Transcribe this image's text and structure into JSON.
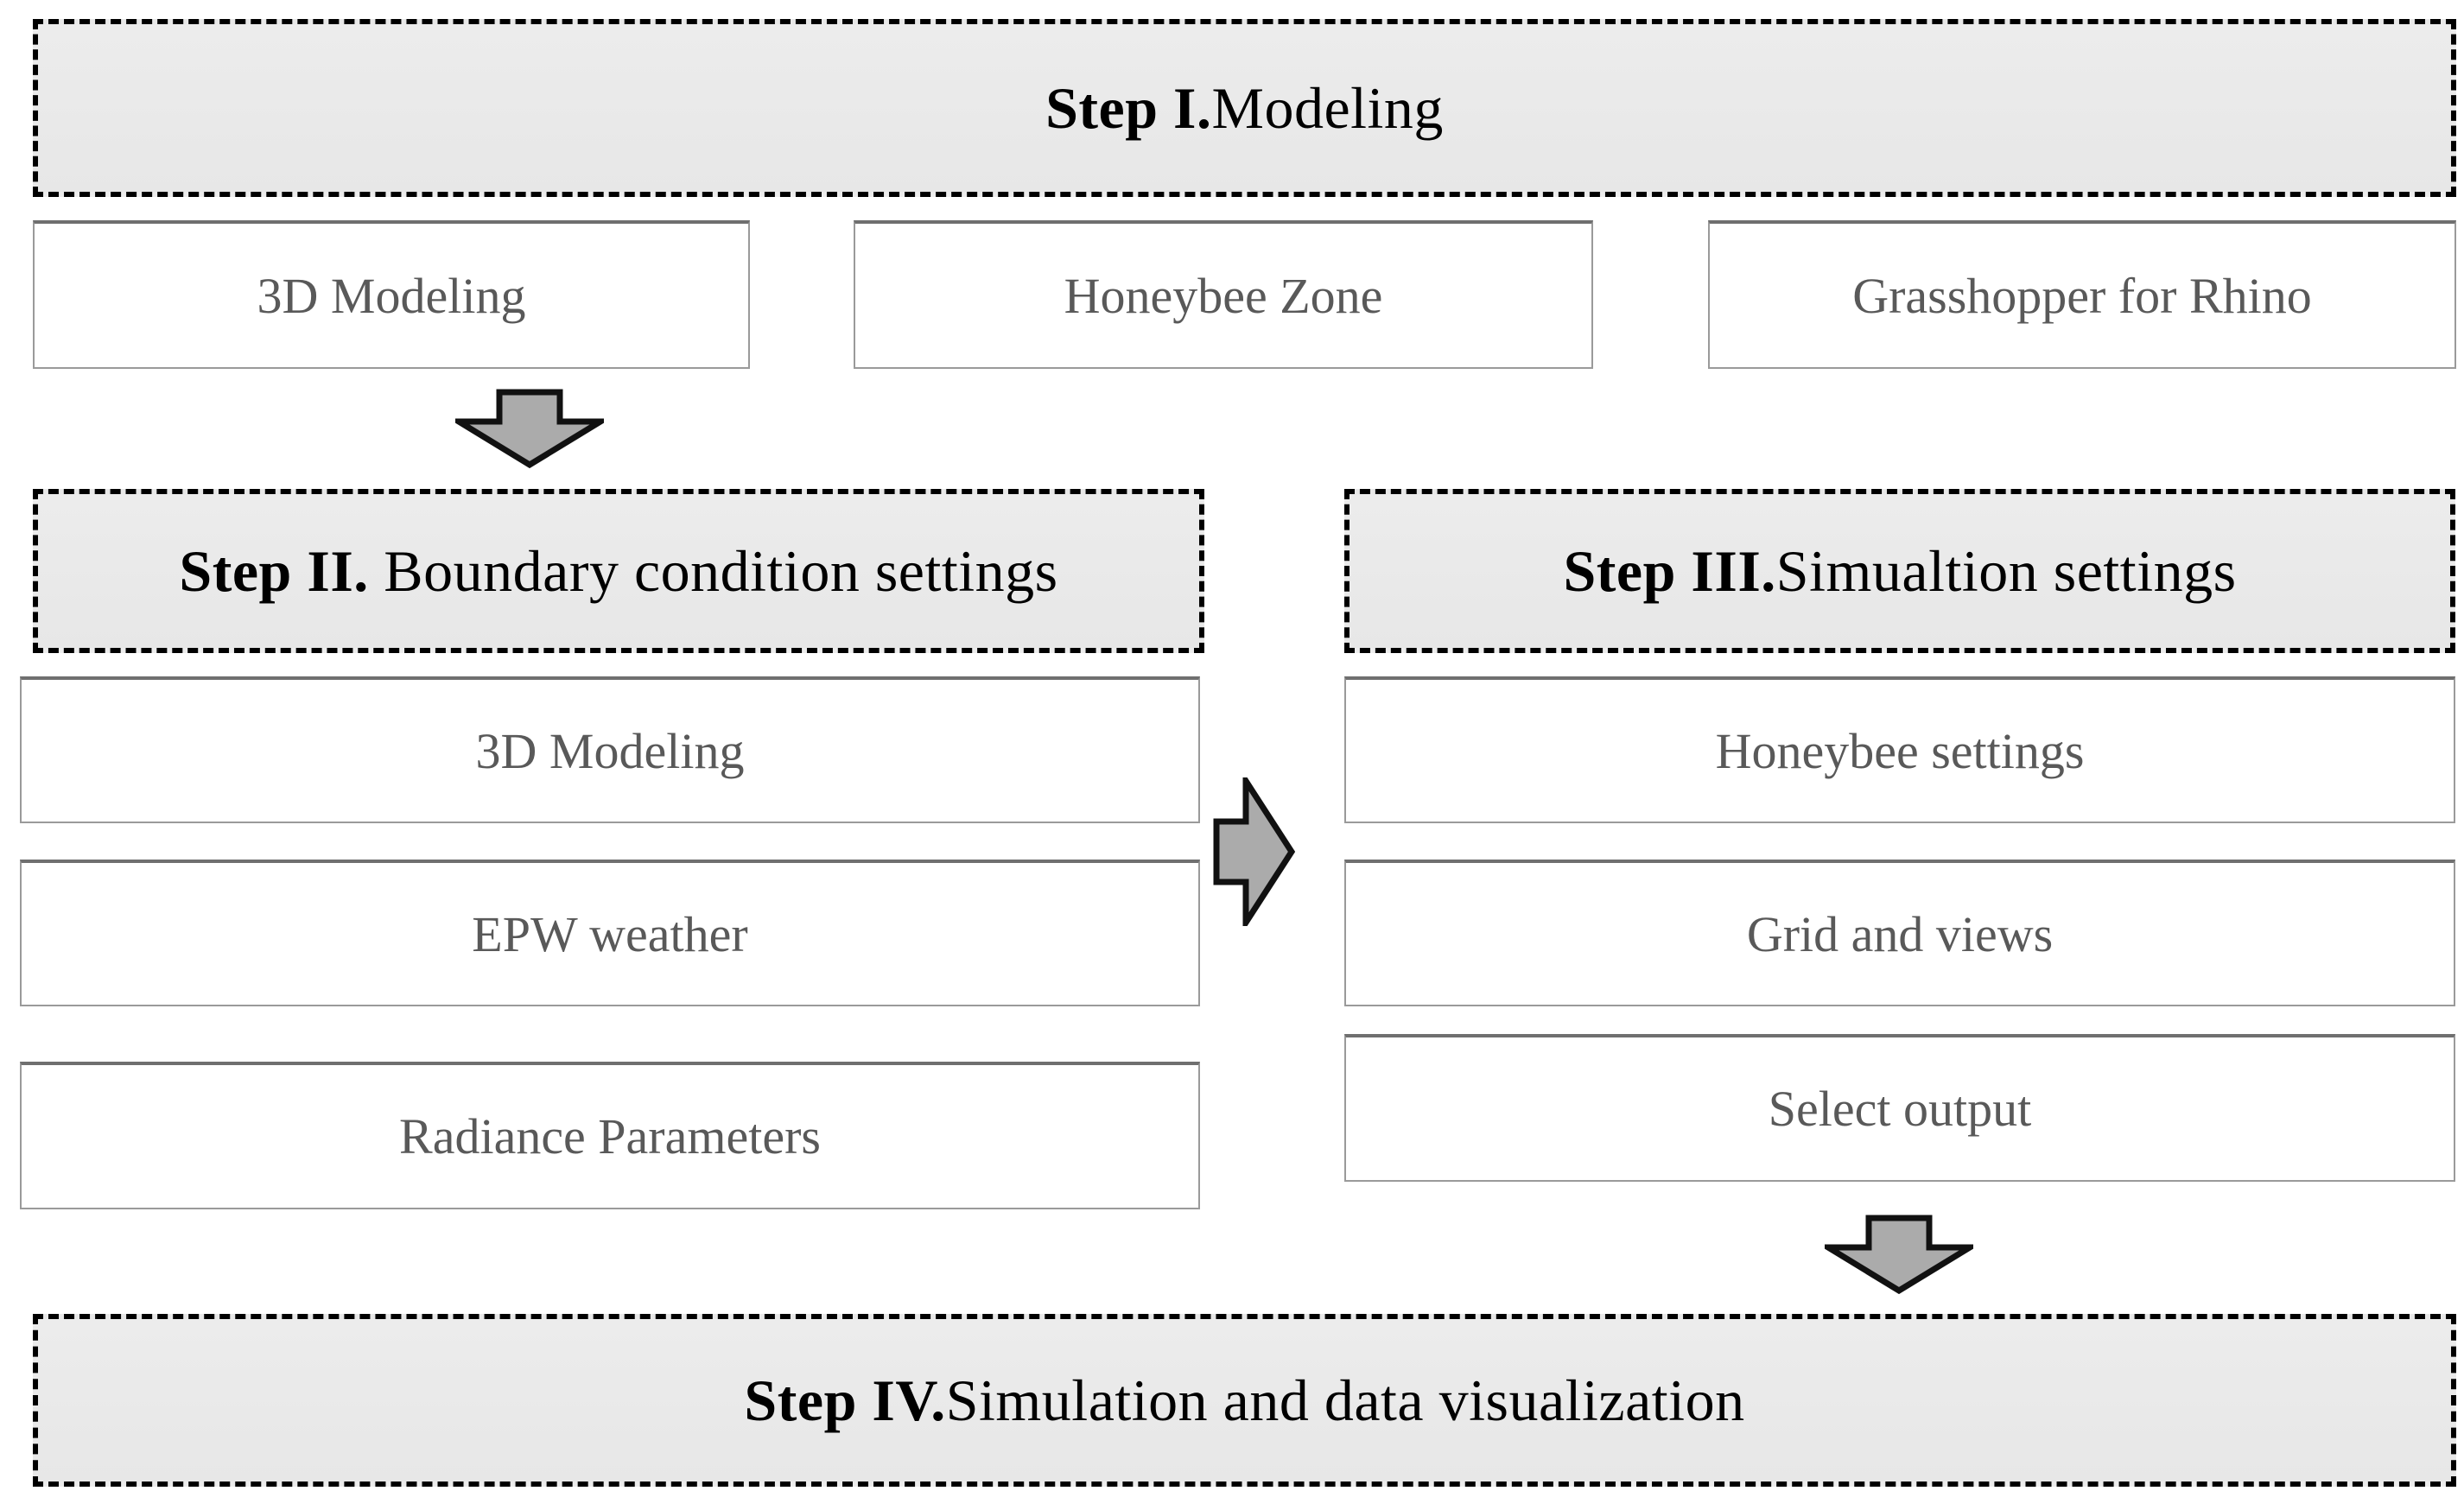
{
  "colors": {
    "background": "#ffffff",
    "header_fill": "#e9e9e9",
    "header_border": "#000000",
    "header_text": "#000000",
    "box_fill": "#ffffff",
    "box_border": "#9a9a9a",
    "box_text": "#595959",
    "arrow_fill": "#ababab",
    "arrow_outline": "#111111"
  },
  "icons": {
    "down_arrow_1": "down-arrow",
    "right_arrow": "right-arrow",
    "down_arrow_2": "down-arrow"
  },
  "steps": {
    "step1": {
      "title_bold": "Step I.",
      "title_rest": "Modeling",
      "boxes": [
        "3D Modeling",
        "Honeybee Zone",
        "Grasshopper for Rhino"
      ]
    },
    "step2": {
      "title_bold": "Step II.",
      "title_rest": " Boundary condition settings",
      "boxes": [
        "3D Modeling",
        "EPW weather",
        "Radiance Parameters"
      ]
    },
    "step3": {
      "title_bold": "Step III.",
      "title_rest": "Simualtion settings",
      "boxes": [
        "Honeybee settings",
        "Grid and views",
        "Select output"
      ]
    },
    "step4": {
      "title_bold": "Step IV.",
      "title_rest": "Simulation and data visualization"
    }
  }
}
